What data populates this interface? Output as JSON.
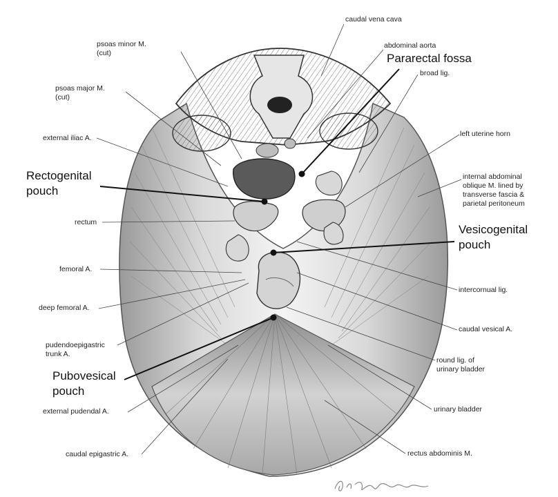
{
  "labels": {
    "caudal_vena_cava": "caudal vena cava",
    "abdominal_aorta": "abdominal aorta",
    "psoas_minor": "psoas minor M.\n(cut)",
    "psoas_major": "psoas major M.\n(cut)",
    "broad_lig": "broad lig.",
    "external_iliac": "external iliac A.",
    "left_uterine_horn": "left uterine horn",
    "internal_abdominal_oblique": "internal abdominal\noblique M. lined by\ntransverse fascia &\nparietal peritoneum",
    "rectum": "rectum",
    "femoral_a": "femoral A.",
    "deep_femoral_a": "deep femoral A.",
    "intercornual_lig": "intercornual lig.",
    "caudal_vesical_a": "caudal vesical A.",
    "pudendoepigastric": "pudendoepigastric\ntrunk A.",
    "round_lig": "round lig. of\nurinary bladder",
    "external_pudendal": "external pudendal A.",
    "urinary_bladder": "urinary bladder",
    "caudal_epigastric": "caudal epigastric A.",
    "rectus_abdominis": "rectus abdominis M."
  },
  "callouts": {
    "pararectal_fossa": "Pararectal fossa",
    "rectogenital_pouch": "Rectogenital\npouch",
    "vesicogenital_pouch": "Vesicogenital\npouch",
    "pubovesical_pouch": "Pubovesical\npouch"
  },
  "colors": {
    "ink": "#2a2a2a",
    "muscle_fill": "#cfcfcf",
    "callout_line": "#111111"
  }
}
